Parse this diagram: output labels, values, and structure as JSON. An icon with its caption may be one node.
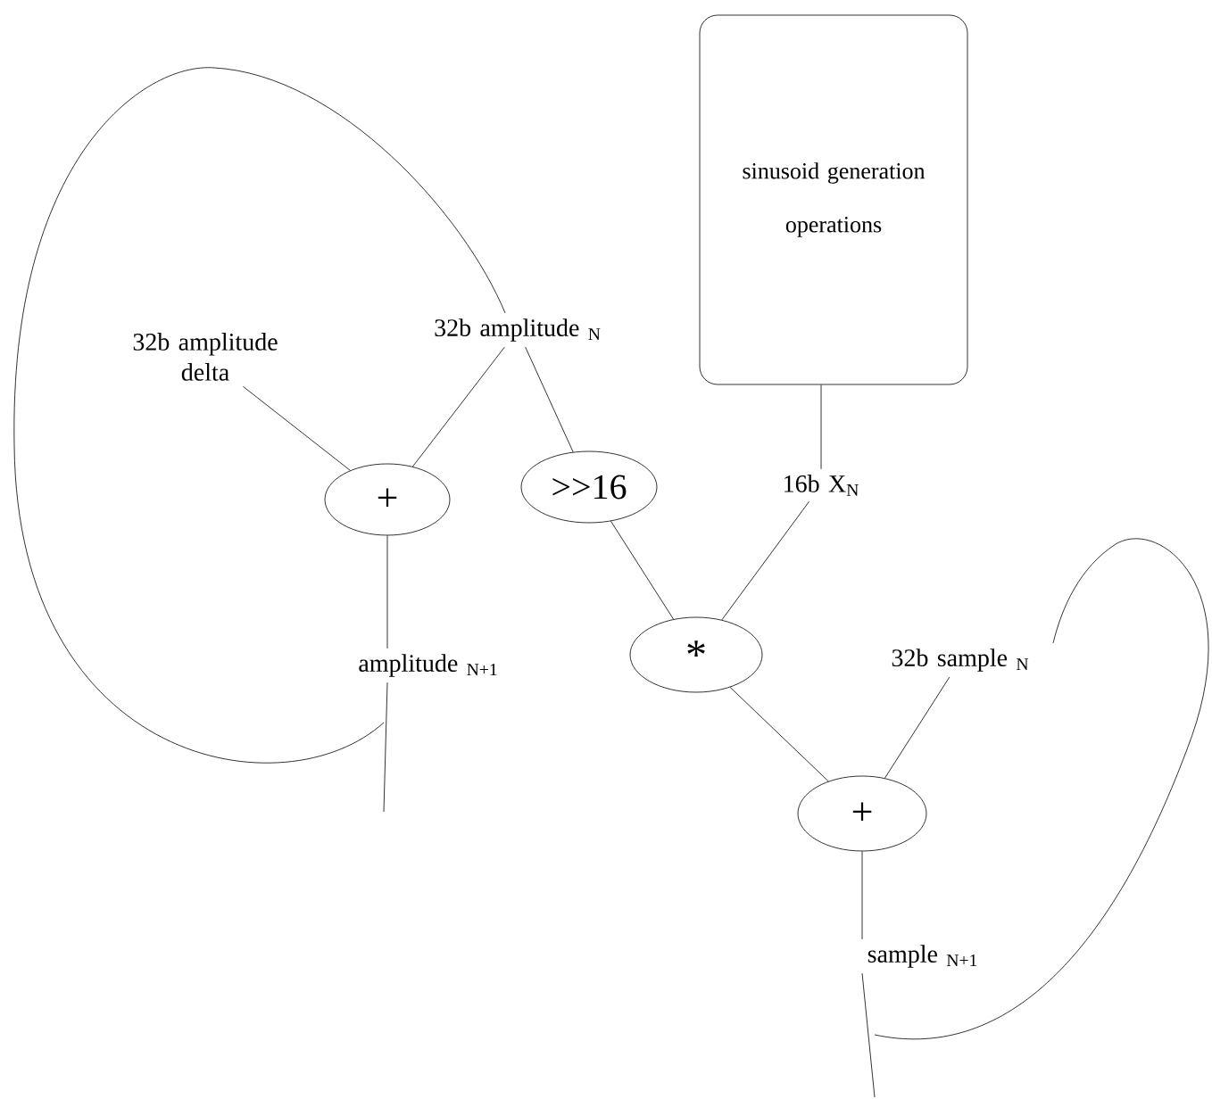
{
  "diagram": {
    "nodes": [
      {
        "text": [
          "32b amplitude delta"
        ]
      },
      {
        "text": [
          "32b amplitude $_{N}$"
        ]
      },
      {
        "text": [
          "+"
        ]
      },
      {
        "text": [
          ">>16"
        ]
      },
      {
        "text": [
          "sinusoid generation operations"
        ]
      },
      {
        "text": [
          "16b X$_{N}$"
        ]
      },
      {
        "text": [
          "*"
        ]
      },
      {
        "text": [
          "amplitude $_{N+1}$"
        ]
      },
      {
        "text": [
          "32b sample $_{N}$"
        ]
      },
      {
        "text": [
          "+"
        ]
      },
      {
        "text": [
          "sample $_{N+1}$"
        ]
      }
    ],
    "edges": [
      {
        "from": 0,
        "to": 2,
        "arrow": "none"
      },
      {
        "from": 1,
        "to": 2,
        "arrow": "none"
      },
      {
        "from": 1,
        "to": 3,
        "arrow": "none"
      },
      {
        "from": 4,
        "to": 5,
        "arrow": "none"
      },
      {
        "from": 2,
        "to": 7,
        "arrow": "none"
      },
      {
        "from": 3,
        "to": 6,
        "arrow": "none"
      },
      {
        "from": 5,
        "to": 6,
        "arrow": "none"
      },
      {
        "from": 6,
        "to": 9,
        "arrow": "none"
      },
      {
        "from": 8,
        "to": 9,
        "arrow": "none"
      },
      {
        "from": 9,
        "to": 10,
        "arrow": "none"
      },
      {
        "from": 7,
        "to": 1,
        "arrow": "none"
      },
      {
        "from": 10,
        "to": 8,
        "arrow": "none"
      }
    ]
  }
}
